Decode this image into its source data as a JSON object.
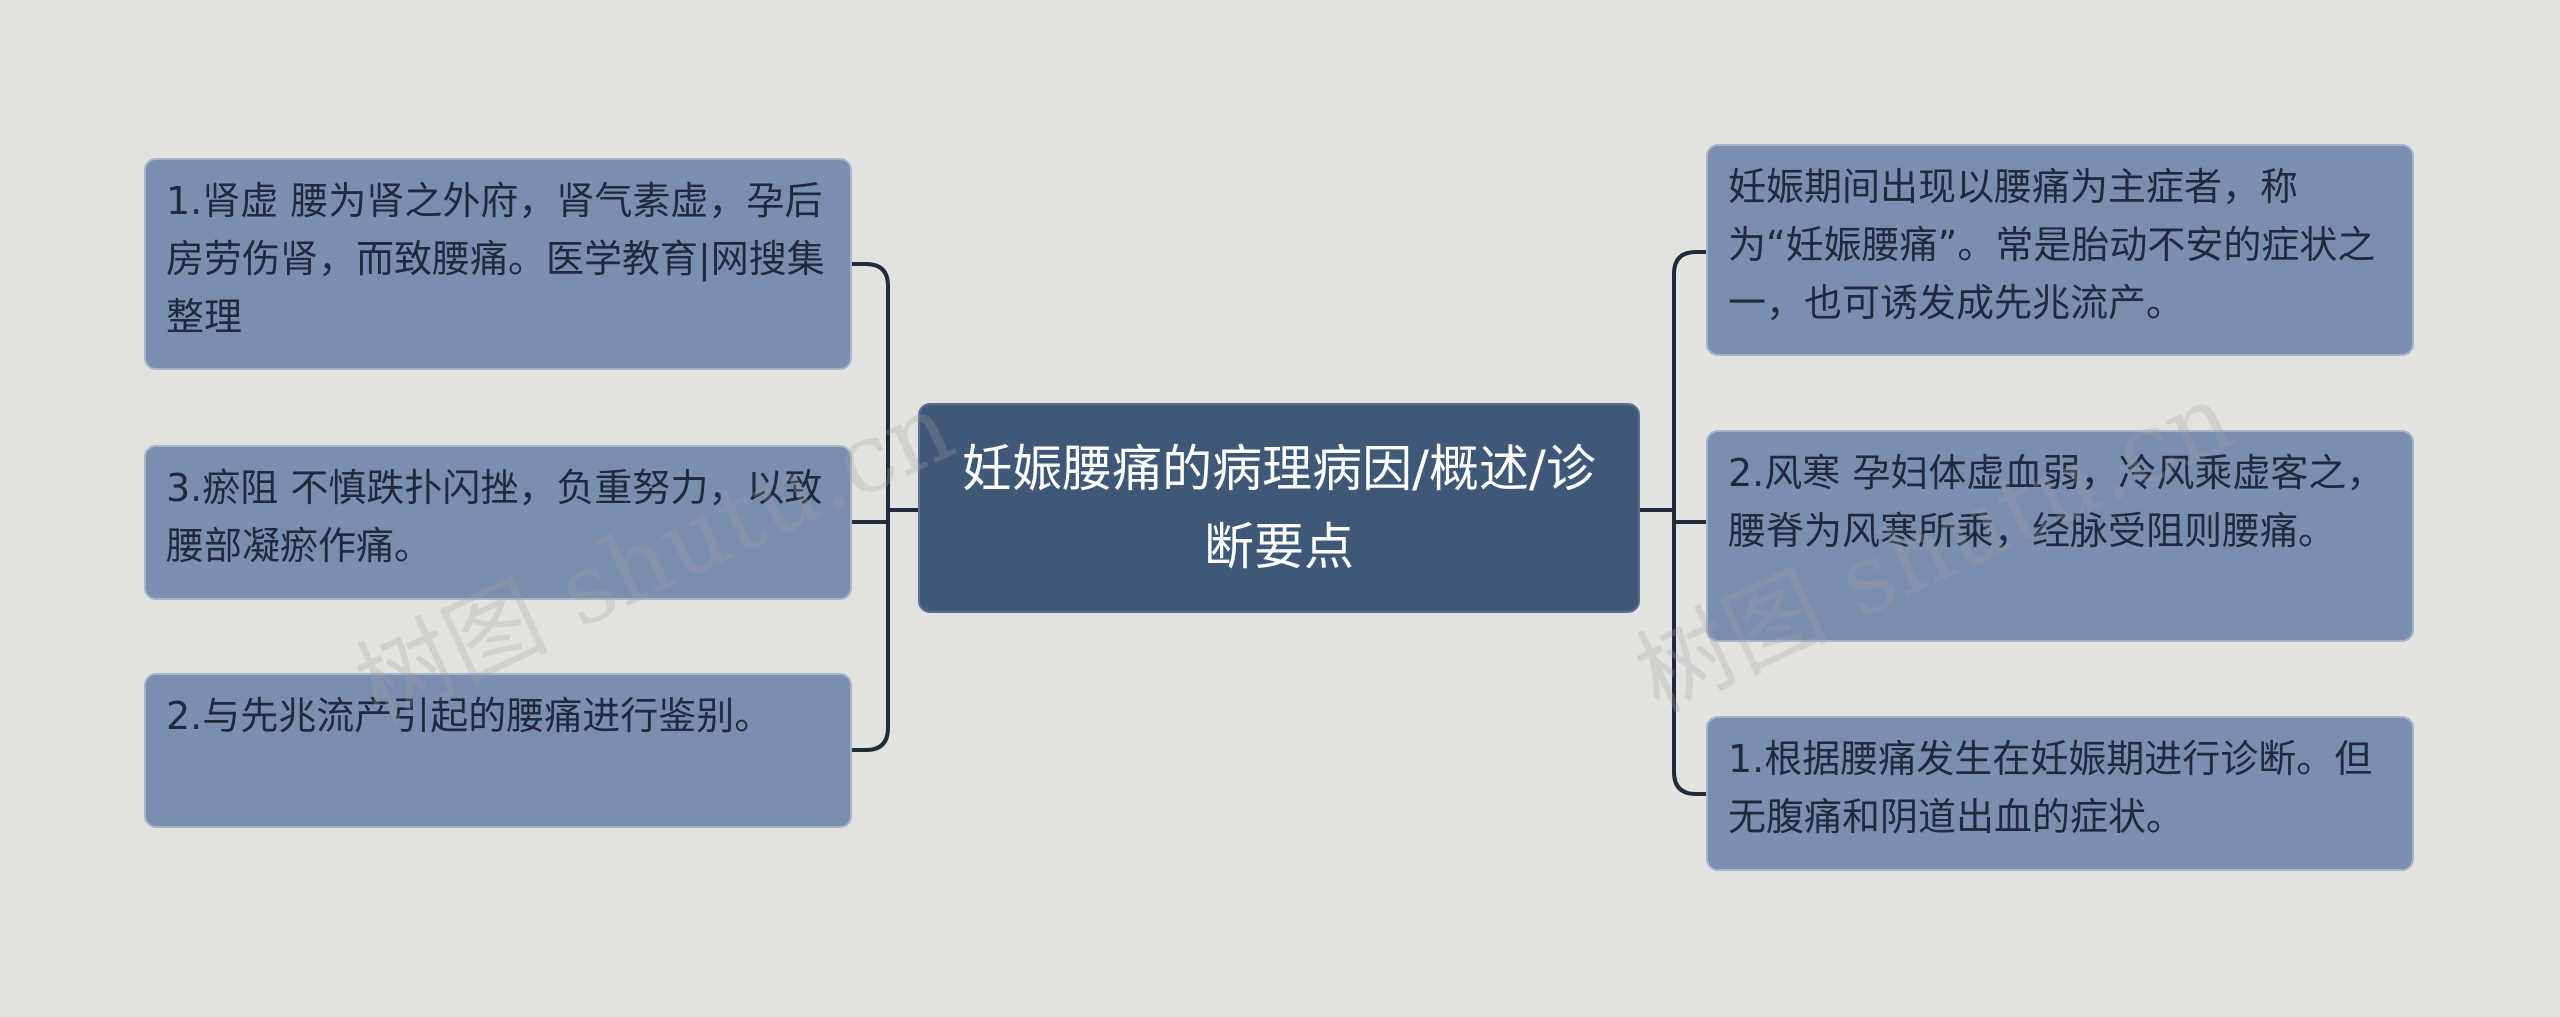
{
  "center": {
    "text": "妊娠腰痛的病理病因/概述/诊断要点"
  },
  "left_nodes": [
    {
      "text": "1.肾虚 腰为肾之外府，肾气素虚，孕后房劳伤肾，而致腰痛。医学教育|网搜集整理"
    },
    {
      "text": "3.瘀阻 不慎跌扑闪挫，负重努力，以致腰部凝瘀作痛。"
    },
    {
      "text": "2.与先兆流产引起的腰痛进行鉴别。"
    }
  ],
  "right_nodes": [
    {
      "text": "妊娠期间出现以腰痛为主症者，称为“妊娠腰痛”。常是胎动不安的症状之一，也可诱发成先兆流产。"
    },
    {
      "text": "2.风寒 孕妇体虚血弱，冷风乘虚客之，腰脊为风寒所乘，经脉受阻则腰痛。"
    },
    {
      "text": "1.根据腰痛发生在妊娠期进行诊断。但无腹痛和阴道出血的症状。"
    }
  ],
  "watermarks": [
    "树图 shutu.cn",
    "树图 shutu.cn"
  ],
  "colors": {
    "background": "#e2e3df",
    "center_fill": "#3f5877",
    "node_fill": "#7a8fb0",
    "connector": "#1f2a3c"
  }
}
